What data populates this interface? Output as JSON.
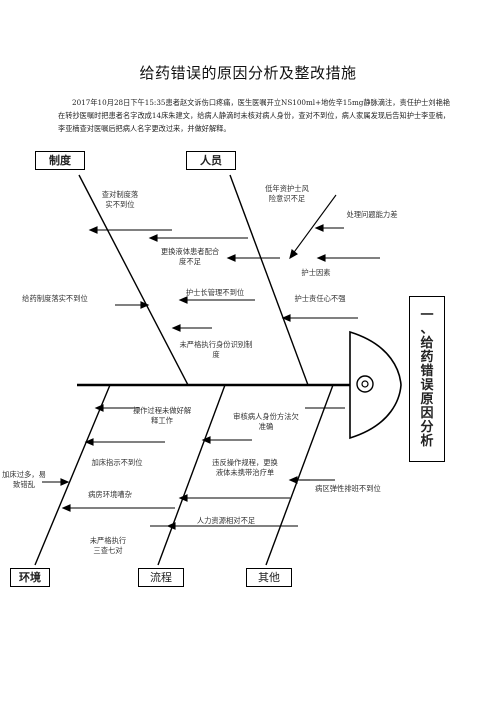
{
  "title": "给药错误的原因分析及整改措施",
  "paragraph": "2017年10月28日下午15:35患者赵文诉伤口疼痛，医生医嘱开立NS100ml+地佐辛15mg静脉滴注，责任护士刘艳艳在转抄医嘱时把患者名字改成14床朱建文，给病人静滴时未核对病人身份，查对不到位，病人家属发现后告知护士李亚楠，李亚楠查对医嘱后把病人名字更改过来，并做好解释。",
  "categories": {
    "top_left": "制度",
    "top_right": "人员",
    "bottom_left": "环境",
    "bottom_mid": "流程",
    "bottom_right": "其他"
  },
  "causes": {
    "c1": "查对制度落\n实不到位",
    "c2": "更换液体患者配合\n度不足",
    "c3": "给药制度落实不到位",
    "c4": "护士长管理不到位",
    "c5": "未严格执行身份识别制\n度",
    "c6": "低年资护士风\n险意识不足",
    "c7": "处理问题能力差",
    "c8": "护士因素",
    "c9": "护士责任心不强",
    "c10": "操作过程未做好解\n释工作",
    "c11": "审核病人身份方法欠\n准确",
    "c12": "加床过多，易\n致错乱",
    "c13": "加床指示不到位",
    "c14": "违反操作规程，更换\n液体未携带治疗单",
    "c15": "病区弹性排班不到位",
    "c16": "病房环境嘈杂",
    "c17": "人力资源相对不足",
    "c18": "未严格执行\n三查七对"
  },
  "side_title": "一、给药错误原因分析",
  "colors": {
    "line": "#000000"
  }
}
